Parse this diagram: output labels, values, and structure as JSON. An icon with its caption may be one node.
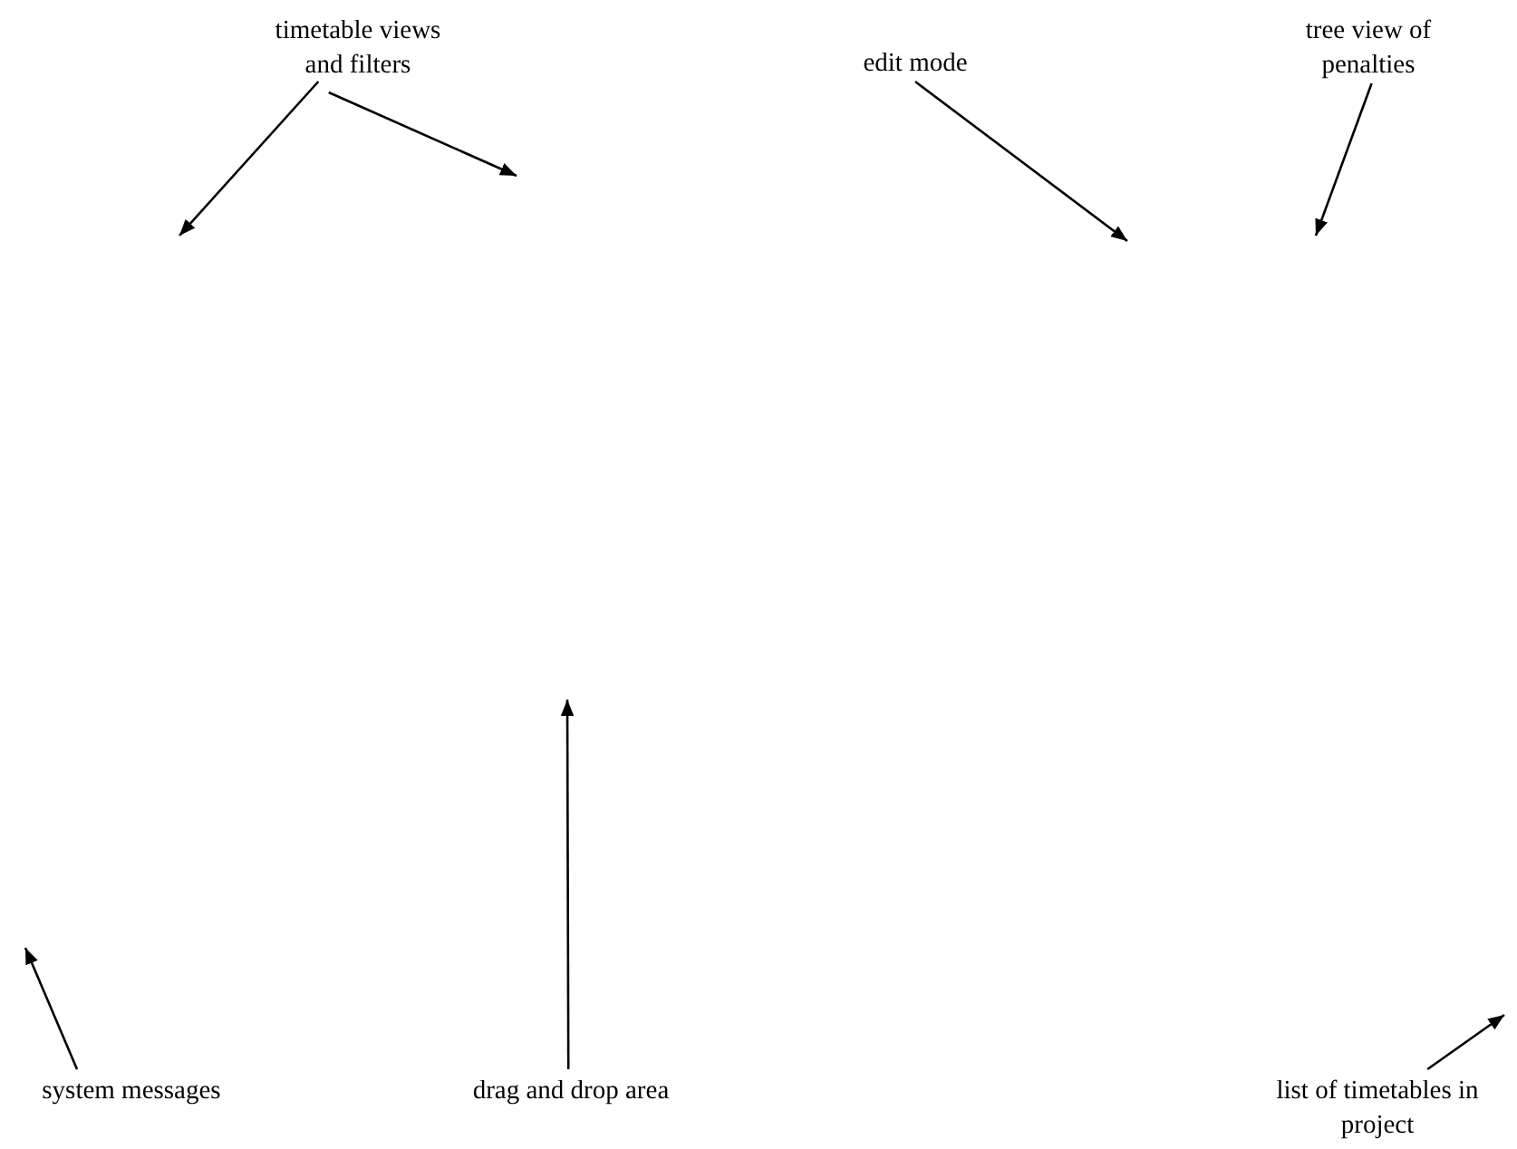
{
  "diagram": {
    "nodes": [
      {
        "text": [
          "timetable views and filters"
        ]
      },
      {
        "text": [
          "edit mode"
        ]
      },
      {
        "text": [
          "tree view of penalties"
        ]
      },
      {
        "text": [
          "system messages"
        ]
      },
      {
        "text": [
          "drag and drop area"
        ]
      },
      {
        "text": [
          "list of timetables in project"
        ]
      }
    ],
    "edges": [
      {
        "from": 0,
        "to": null,
        "arrow": "to"
      },
      {
        "from": 0,
        "to": null,
        "arrow": "to"
      },
      {
        "from": 1,
        "to": null,
        "arrow": "to"
      },
      {
        "from": 2,
        "to": null,
        "arrow": "to"
      },
      {
        "from": 3,
        "to": null,
        "arrow": "to"
      },
      {
        "from": 4,
        "to": null,
        "arrow": "to"
      },
      {
        "from": 5,
        "to": null,
        "arrow": "to"
      }
    ]
  }
}
